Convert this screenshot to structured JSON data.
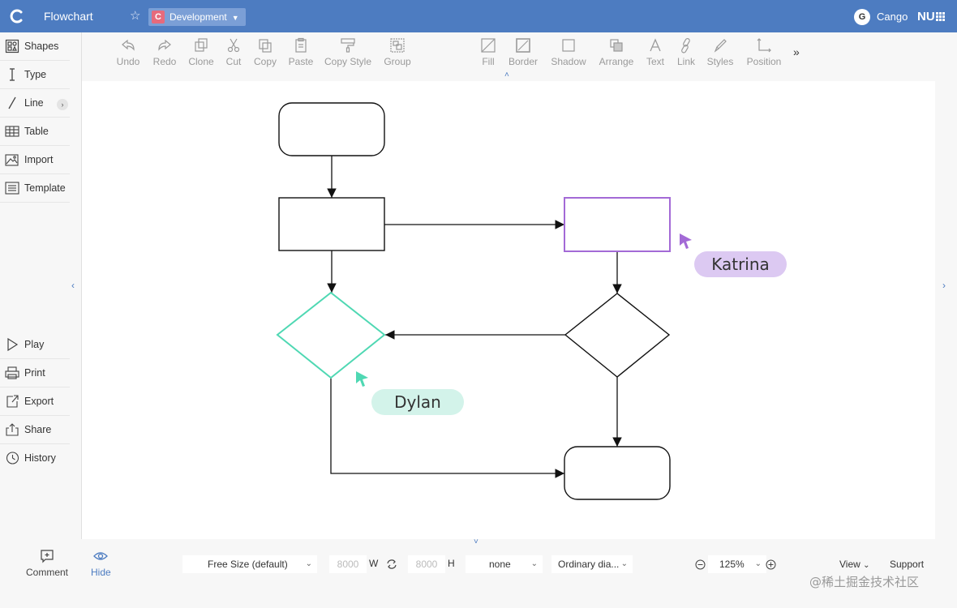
{
  "header": {
    "doc_title": "Flowchart",
    "folder": "Development",
    "folder_letter": "C",
    "user_initial": "G",
    "user_name": "Cango",
    "brand": "NU",
    "colors": {
      "bar": "#4d7cc1",
      "folder_icon": "#e66a7c"
    }
  },
  "sidebar": {
    "items": [
      {
        "label": "Shapes",
        "icon": "shapes-icon"
      },
      {
        "label": "Type",
        "icon": "type-icon"
      },
      {
        "label": "Line",
        "icon": "line-icon"
      },
      {
        "label": "Table",
        "icon": "table-icon"
      },
      {
        "label": "Import",
        "icon": "image-import-icon"
      },
      {
        "label": "Template",
        "icon": "template-icon"
      }
    ],
    "bottom_items": [
      {
        "label": "Play",
        "icon": "play-icon"
      },
      {
        "label": "Print",
        "icon": "print-icon"
      },
      {
        "label": "Export",
        "icon": "export-icon"
      },
      {
        "label": "Share",
        "icon": "share-icon"
      },
      {
        "label": "History",
        "icon": "history-icon"
      }
    ],
    "line_more": "›",
    "collapse": "‹"
  },
  "toolbar": {
    "left": [
      {
        "label": "Undo",
        "icon": "undo-icon"
      },
      {
        "label": "Redo",
        "icon": "redo-icon"
      },
      {
        "label": "Clone",
        "icon": "clone-icon"
      },
      {
        "label": "Cut",
        "icon": "scissors-icon"
      },
      {
        "label": "Copy",
        "icon": "copy-icon"
      },
      {
        "label": "Paste",
        "icon": "paste-icon"
      },
      {
        "label": "Copy Style",
        "icon": "format-painter-icon"
      },
      {
        "label": "Group",
        "icon": "group-icon"
      }
    ],
    "right": [
      {
        "label": "Fill",
        "icon": "fill-icon"
      },
      {
        "label": "Border",
        "icon": "border-icon"
      },
      {
        "label": "Shadow",
        "icon": "shadow-icon"
      },
      {
        "label": "Arrange",
        "icon": "arrange-icon"
      },
      {
        "label": "Text",
        "icon": "text-icon"
      },
      {
        "label": "Link",
        "icon": "link-icon"
      },
      {
        "label": "Styles",
        "icon": "styles-icon"
      },
      {
        "label": "Position",
        "icon": "position-icon"
      }
    ],
    "more": "»",
    "collapse": "˄"
  },
  "canvas": {
    "collaborators": [
      {
        "name": "Katrina",
        "color": "#a36ad6"
      },
      {
        "name": "Dylan",
        "color": "#4fd8b3"
      }
    ],
    "collapse_right": "›"
  },
  "bottombar": {
    "comment": "Comment",
    "hide": "Hide",
    "page_size": "Free Size (default)",
    "width_value": "8000",
    "width_letter": "W",
    "height_value": "8000",
    "height_letter": "H",
    "background": "none",
    "diagram_type": "Ordinary dia...",
    "zoom": "125%",
    "view": "View",
    "support": "Support",
    "watermark": "@稀土掘金技术社区",
    "collapse": "˅"
  }
}
